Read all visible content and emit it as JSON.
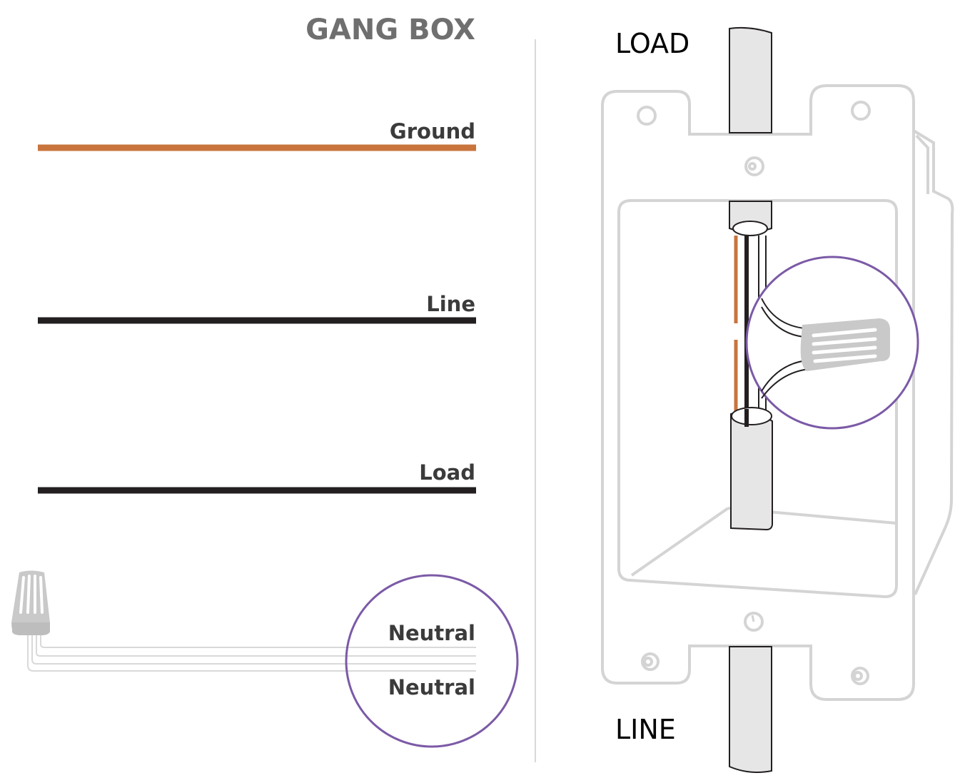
{
  "title": "GANG BOX",
  "wires": [
    {
      "label": "Ground",
      "color": "#c8743c"
    },
    {
      "label": "Line",
      "color": "#231f20"
    },
    {
      "label": "Load",
      "color": "#231f20"
    },
    {
      "label": "Neutral",
      "color": "#d9d9d9"
    },
    {
      "label": "Neutral",
      "color": "#d9d9d9"
    }
  ],
  "box": {
    "top_label": "LOAD",
    "bottom_label": "LINE"
  },
  "colors": {
    "title": "#6f6f6f",
    "ground": "#c8743c",
    "hot": "#231f20",
    "neutral": "#d9d9d9",
    "highlight": "#7b5aa6",
    "box_outline": "#d4d4d4",
    "cable": "#e6e6e6",
    "wire_nut": "#c9c9c9"
  }
}
